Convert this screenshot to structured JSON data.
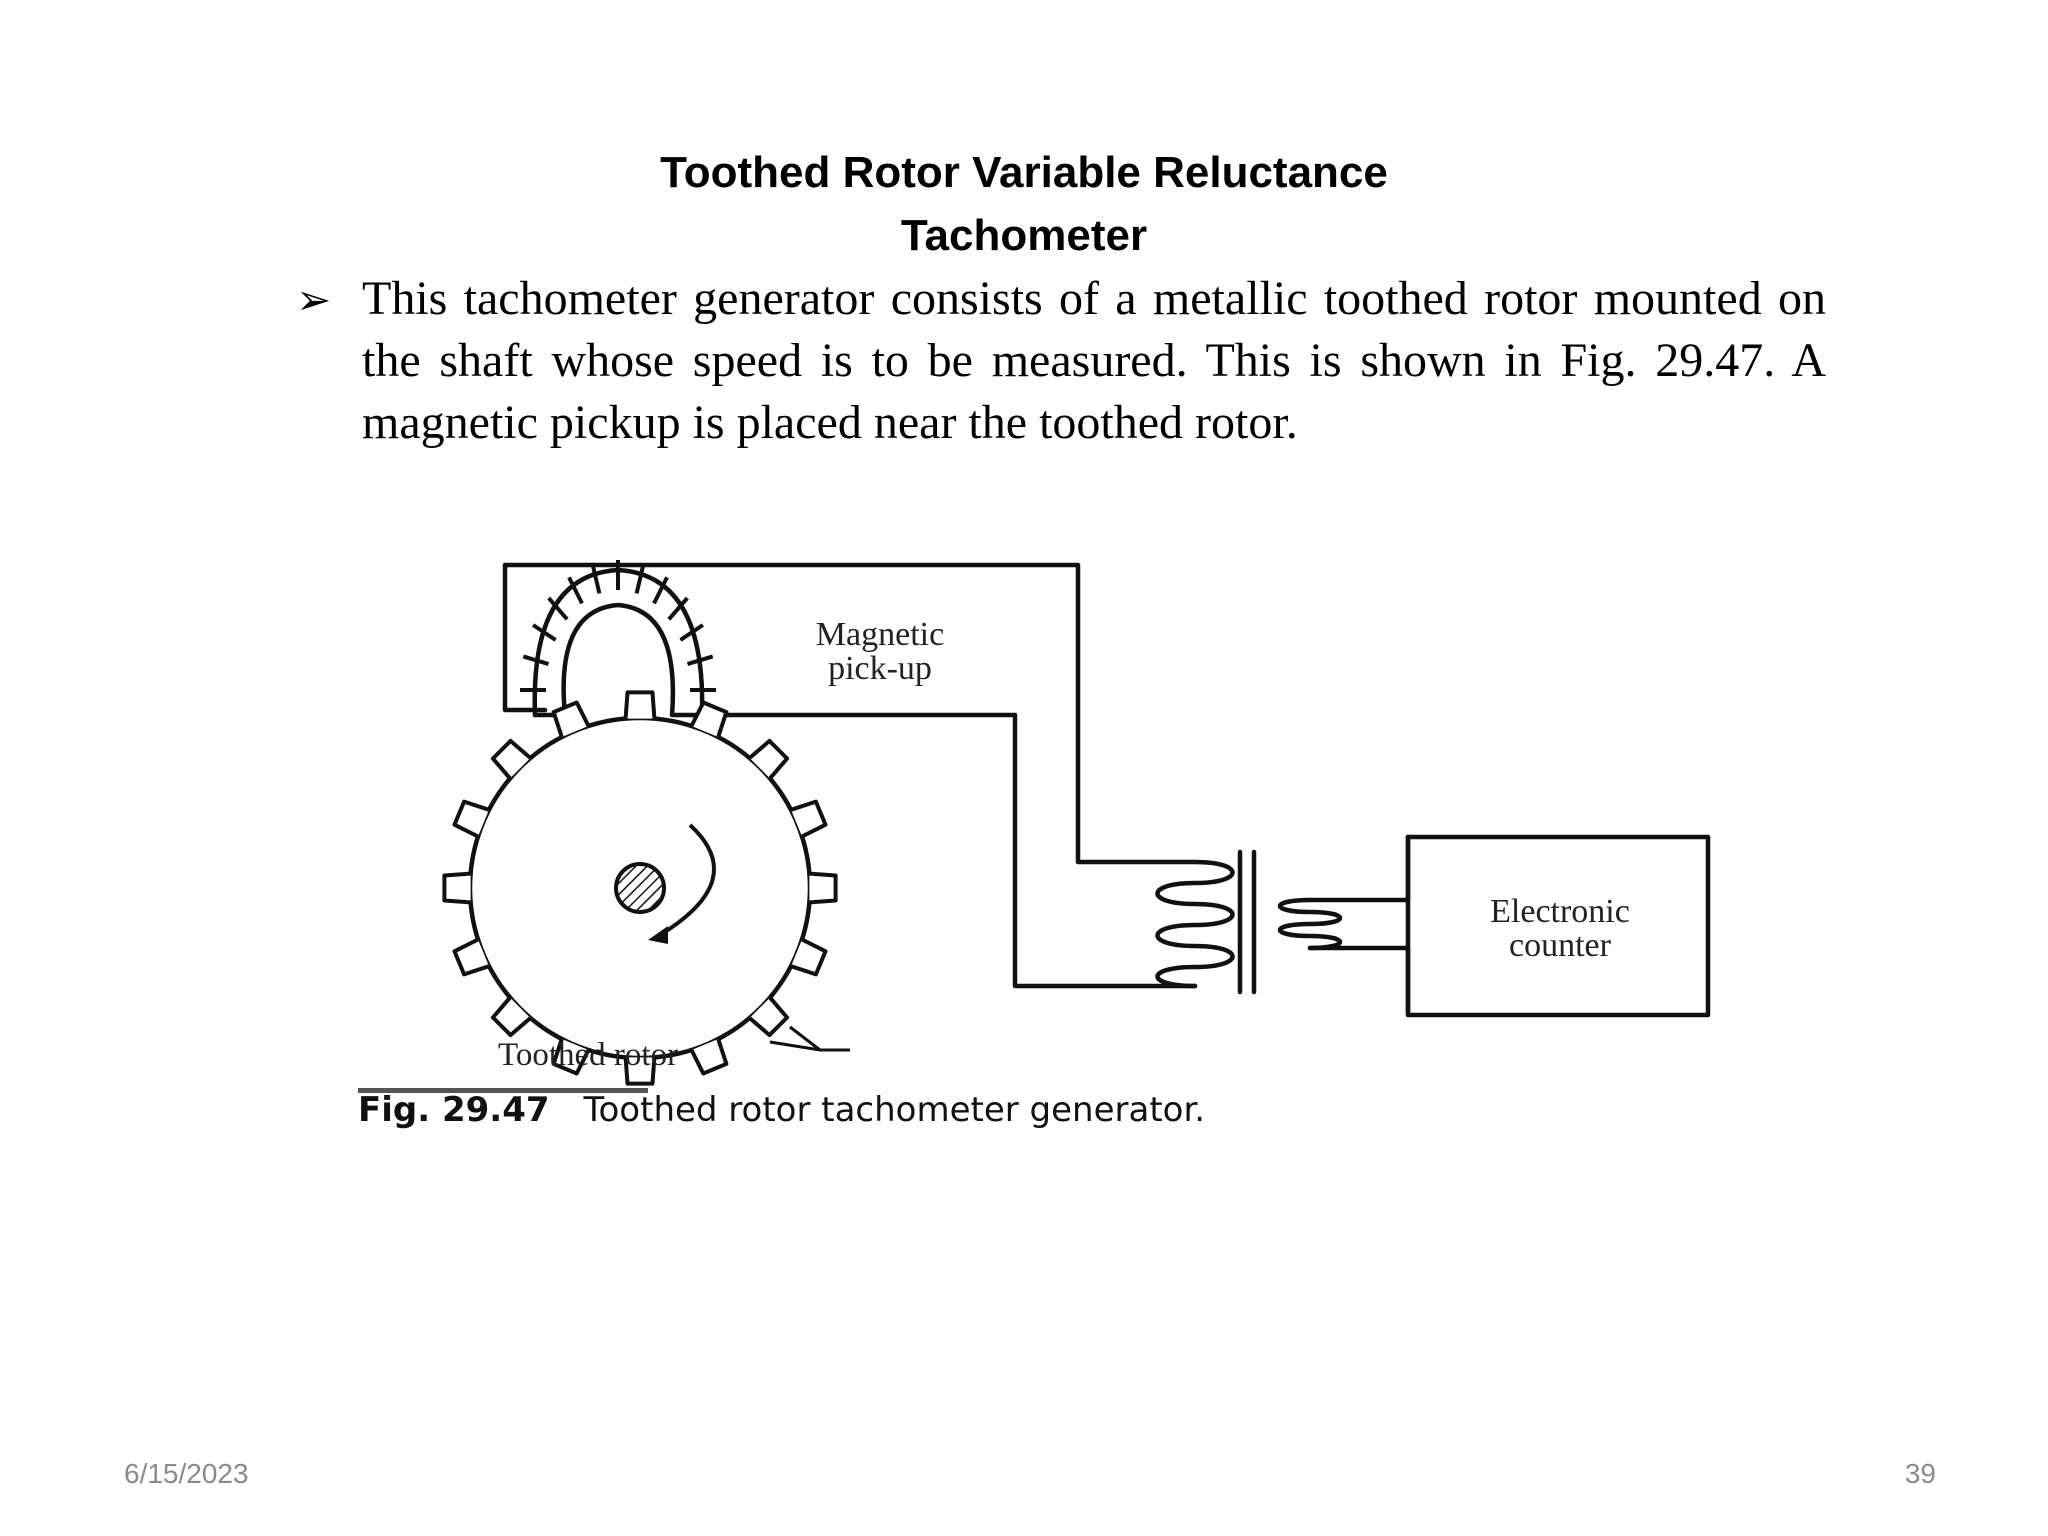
{
  "slide": {
    "title_line1": "Toothed Rotor Variable Reluctance",
    "title_line2": "Tachometer",
    "bullet_marker": "➢",
    "bullet_text": "This tachometer generator consists of a metallic toothed rotor mounted on the shaft whose speed is to be measured. This is shown in Fig. 29.47. A magnetic pickup is placed near the toothed rotor."
  },
  "figure": {
    "label_pickup_line1": "Magnetic",
    "label_pickup_line2": "pick-up",
    "label_counter_line1": "Electronic",
    "label_counter_line2": "counter",
    "label_rotor": "Toothed rotor",
    "caption_number": "Fig. 29.47",
    "caption_text": "Toothed rotor tachometer generator."
  },
  "footer": {
    "date": "6/15/2023",
    "page_number": "39"
  }
}
